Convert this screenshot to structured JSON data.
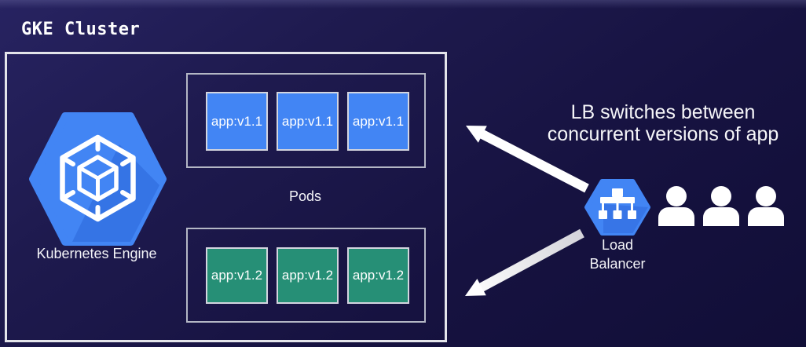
{
  "title": "GKE Cluster",
  "cluster": {
    "engine_label": "Kubernetes Engine",
    "pods_label": "Pods",
    "pod_groups": [
      {
        "version": "v1.1",
        "color": "#4285f4",
        "pods": [
          "app:v1.1",
          "app:v1.1",
          "app:v1.1"
        ]
      },
      {
        "version": "v1.2",
        "color": "#268f76",
        "pods": [
          "app:v1.2",
          "app:v1.2",
          "app:v1.2"
        ]
      }
    ]
  },
  "load_balancer": {
    "label_lines": [
      "Load",
      "Balancer"
    ],
    "icon": "lb-hexagon-tree-icon",
    "hexagon_color": "#4285f4"
  },
  "annotation": {
    "lines": [
      "LB switches between",
      "concurrent versions of app"
    ]
  },
  "users": {
    "count": 3,
    "icon": "person-silhouette-icon"
  },
  "icons": {
    "kubernetes_engine": "gke-hexagon-cube-icon"
  },
  "colors": {
    "background": "#1b1847",
    "box_border": "#e3e4ea",
    "inner_box_border": "#b4b7c5",
    "app_v11_blue": "#4285f4",
    "app_v12_green": "#268f76",
    "arrow_white": "#ffffff",
    "text_white": "#ffffff"
  }
}
